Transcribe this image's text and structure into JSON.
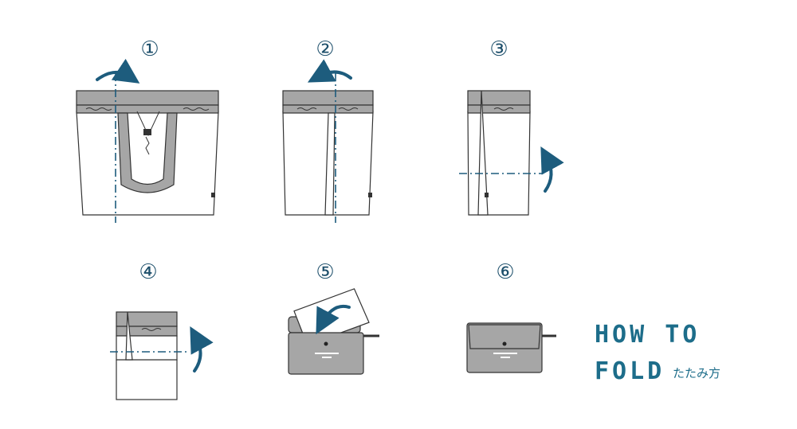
{
  "steps": [
    {
      "number": "①"
    },
    {
      "number": "②"
    },
    {
      "number": "③"
    },
    {
      "number": "④"
    },
    {
      "number": "⑤"
    },
    {
      "number": "⑥"
    }
  ],
  "title": {
    "line1": "HOW TO",
    "line2": "FOLD",
    "subtitle": "たたみ方"
  },
  "colors": {
    "accent": "#1d5c7d",
    "panel_grey": "#a6a6a6",
    "outline": "#333333"
  }
}
